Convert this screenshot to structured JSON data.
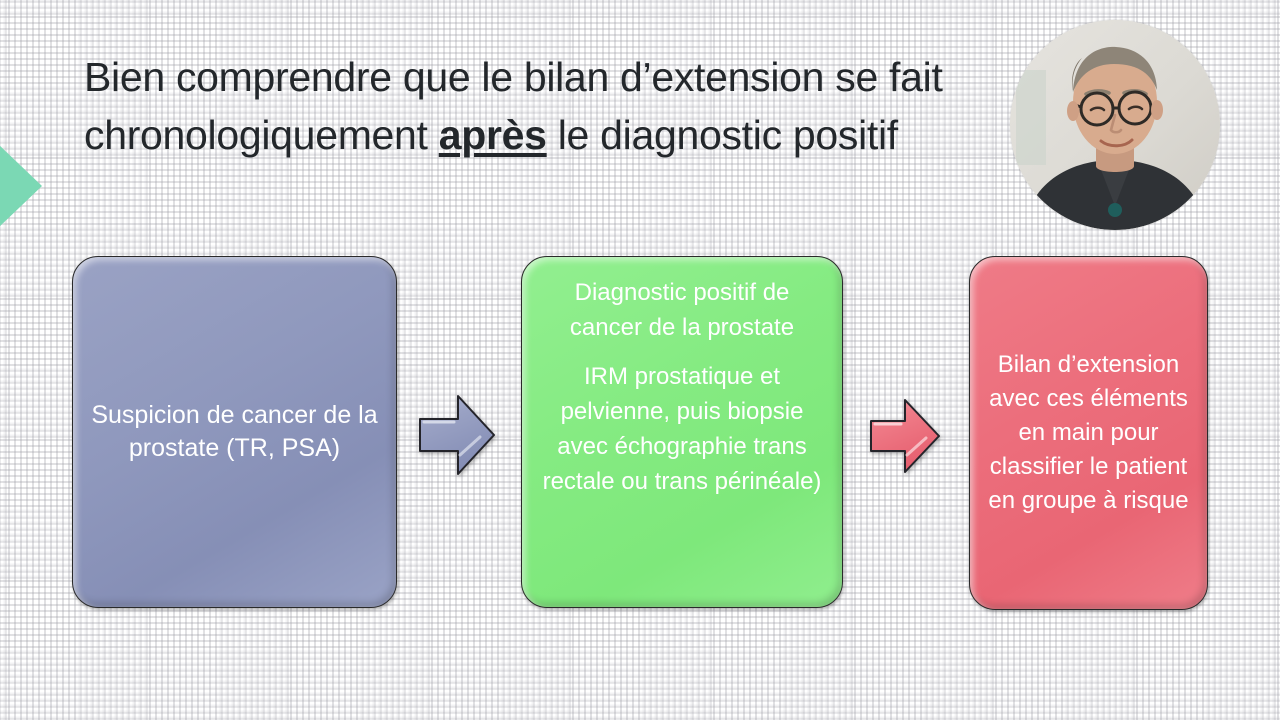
{
  "slide": {
    "title": {
      "part1": "Bien comprendre que le bilan d’extension se fait chronologiquement ",
      "emphasis": "après",
      "part2": " le diagnostic positif"
    },
    "background_color": "#ffffff",
    "grid_line_color": "#a0a0aa",
    "left_marker_color": "#7BD8B4"
  },
  "webcam": {
    "label": "presenter-video",
    "background_color": "#dfdeda",
    "shirt_color": "#2e3134",
    "skin_color": "#d9ae91"
  },
  "flow": {
    "boxes": [
      {
        "id": "suspicion",
        "color": "#8f98bd",
        "paragraphs": [
          "Suspicion de cancer de la prostate (TR, PSA)"
        ]
      },
      {
        "id": "diagnostic",
        "color": "#85eb82",
        "paragraphs": [
          "Diagnostic positif de cancer de la prostate",
          "IRM prostatique et pelvienne, puis biopsie avec échographie trans rectale ou trans périnéale)"
        ]
      },
      {
        "id": "bilan",
        "color": "#ec6e7c",
        "paragraphs": [
          "Bilan d’extension avec ces éléments en main pour classifier le patient en groupe à risque"
        ]
      }
    ],
    "arrows": [
      {
        "id": "arrow-1",
        "color": "#8f98bd",
        "direction": "right"
      },
      {
        "id": "arrow-2",
        "color": "#ec6e7c",
        "direction": "right"
      }
    ]
  }
}
